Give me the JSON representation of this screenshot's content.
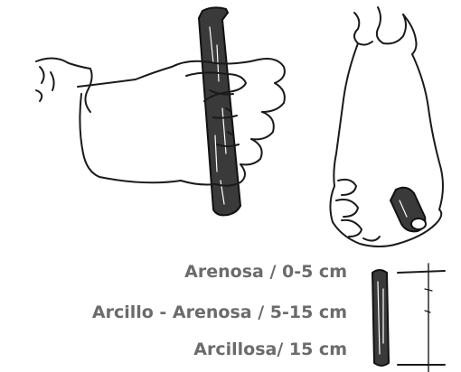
{
  "illustration": {
    "left_drawing": "hand-rolling-soil-icon",
    "right_drawing": "hand-holding-soil-roll-icon",
    "sample_drawing": "soil-cylinder-with-measure-icon"
  },
  "legend": [
    {
      "text": "Arenosa / 0-5 cm"
    },
    {
      "text": "Arcillo - Arenosa / 5-15 cm"
    },
    {
      "text": "Arcillosa/ 15 cm"
    }
  ],
  "colors": {
    "ink": "#1a1a1a",
    "label": "#6b6b6b",
    "background": "#ffffff"
  }
}
